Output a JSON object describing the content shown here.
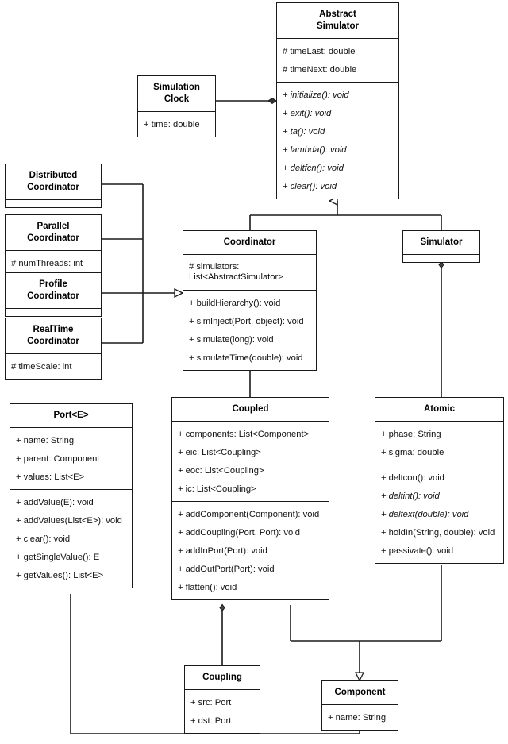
{
  "diagram": {
    "title": "DEVS Simulation Framework UML Class Diagram",
    "type": "uml-class-diagram",
    "line_color": "#1a1a1a",
    "background": "#ffffff"
  },
  "classes": {
    "abstract_simulator": {
      "name": "Abstract\nSimulator",
      "attributes": [
        {
          "text": "# timeLast: double",
          "italic": false
        },
        {
          "text": "# timeNext: double",
          "italic": false
        }
      ],
      "methods": [
        {
          "text": "+ initialize(): void",
          "italic": true
        },
        {
          "text": "+ exit(): void",
          "italic": true
        },
        {
          "text": "+ ta(): void",
          "italic": true
        },
        {
          "text": "+ lambda(): void",
          "italic": true
        },
        {
          "text": "+ deltfcn(): void",
          "italic": true
        },
        {
          "text": "+ clear(): void",
          "italic": true
        }
      ]
    },
    "simulation_clock": {
      "name": "Simulation\nClock",
      "attributes": [
        {
          "text": "+ time: double",
          "italic": false
        }
      ],
      "methods": []
    },
    "distributed_coordinator": {
      "name": "Distributed\nCoordinator",
      "attributes": [],
      "methods": []
    },
    "parallel_coordinator": {
      "name": "Parallel\nCoordinator",
      "attributes": [
        {
          "text": "# numThreads: int",
          "italic": false
        }
      ],
      "methods": []
    },
    "profile_coordinator": {
      "name": "Profile\nCoordinator",
      "attributes": [],
      "methods": []
    },
    "realtime_coordinator": {
      "name": "RealTime\nCoordinator",
      "attributes": [
        {
          "text": "# timeScale: int",
          "italic": false
        }
      ],
      "methods": []
    },
    "coordinator": {
      "name": "Coordinator",
      "attributes": [
        {
          "text": "# simulators: List<AbstractSimulator>",
          "italic": false
        }
      ],
      "methods": [
        {
          "text": "+ buildHierarchy(): void",
          "italic": false
        },
        {
          "text": "+ simInject(Port, object): void",
          "italic": false
        },
        {
          "text": "+ simulate(long): void",
          "italic": false
        },
        {
          "text": "+ simulateTime(double): void",
          "italic": false
        }
      ]
    },
    "simulator": {
      "name": "Simulator",
      "attributes": [],
      "methods": []
    },
    "port": {
      "name": "Port<E>",
      "attributes": [
        {
          "text": "+ name: String",
          "italic": false
        },
        {
          "text": "+ parent: Component",
          "italic": false
        },
        {
          "text": "+ values: List<E>",
          "italic": false
        }
      ],
      "methods": [
        {
          "text": "+ addValue(E): void",
          "italic": false
        },
        {
          "text": "+ addValues(List<E>): void",
          "italic": false
        },
        {
          "text": "+ clear(): void",
          "italic": false
        },
        {
          "text": "+ getSingleValue(): E",
          "italic": false
        },
        {
          "text": "+ getValues(): List<E>",
          "italic": false
        }
      ]
    },
    "coupled": {
      "name": "Coupled",
      "attributes": [
        {
          "text": "+ components: List<Component>",
          "italic": false
        },
        {
          "text": "+ eic: List<Coupling>",
          "italic": false
        },
        {
          "text": "+ eoc: List<Coupling>",
          "italic": false
        },
        {
          "text": "+ ic: List<Coupling>",
          "italic": false
        }
      ],
      "methods": [
        {
          "text": "+ addComponent(Component): void",
          "italic": false
        },
        {
          "text": "+ addCoupling(Port, Port): void",
          "italic": false
        },
        {
          "text": "+ addInPort(Port): void",
          "italic": false
        },
        {
          "text": "+ addOutPort(Port): void",
          "italic": false
        },
        {
          "text": "+ flatten(): void",
          "italic": false
        }
      ]
    },
    "atomic": {
      "name": "Atomic",
      "attributes": [
        {
          "text": "+ phase: String",
          "italic": false
        },
        {
          "text": "+ sigma: double",
          "italic": false
        }
      ],
      "methods": [
        {
          "text": "+ deltcon(): void",
          "italic": false
        },
        {
          "text": "+ deltint(): void",
          "italic": true
        },
        {
          "text": "+ deltext(double): void",
          "italic": true
        },
        {
          "text": "+ holdIn(String, double): void",
          "italic": false
        },
        {
          "text": "+ passivate(): void",
          "italic": false
        }
      ]
    },
    "coupling": {
      "name": "Coupling",
      "attributes": [
        {
          "text": "+ src: Port",
          "italic": false
        },
        {
          "text": "+ dst: Port",
          "italic": false
        }
      ],
      "methods": []
    },
    "component": {
      "name": "Component",
      "attributes": [
        {
          "text": "+ name: String",
          "italic": false
        }
      ],
      "methods": []
    }
  },
  "relationships": [
    {
      "kind": "composition",
      "from": "simulation_clock",
      "to": "abstract_simulator"
    },
    {
      "kind": "generalization",
      "from": "coordinator",
      "to": "abstract_simulator"
    },
    {
      "kind": "generalization",
      "from": "simulator",
      "to": "abstract_simulator"
    },
    {
      "kind": "generalization",
      "from": "distributed_coordinator",
      "to": "coordinator"
    },
    {
      "kind": "generalization",
      "from": "parallel_coordinator",
      "to": "coordinator"
    },
    {
      "kind": "generalization",
      "from": "profile_coordinator",
      "to": "coordinator"
    },
    {
      "kind": "generalization",
      "from": "realtime_coordinator",
      "to": "coordinator"
    },
    {
      "kind": "aggregation",
      "from": "coordinator",
      "to": "coupled"
    },
    {
      "kind": "aggregation",
      "from": "simulator",
      "to": "atomic"
    },
    {
      "kind": "aggregation",
      "from": "coupled",
      "to": "coupling"
    },
    {
      "kind": "generalization",
      "from": "coupled",
      "to": "component"
    },
    {
      "kind": "generalization",
      "from": "atomic",
      "to": "component"
    },
    {
      "kind": "aggregation",
      "from": "port",
      "to": "component"
    }
  ]
}
